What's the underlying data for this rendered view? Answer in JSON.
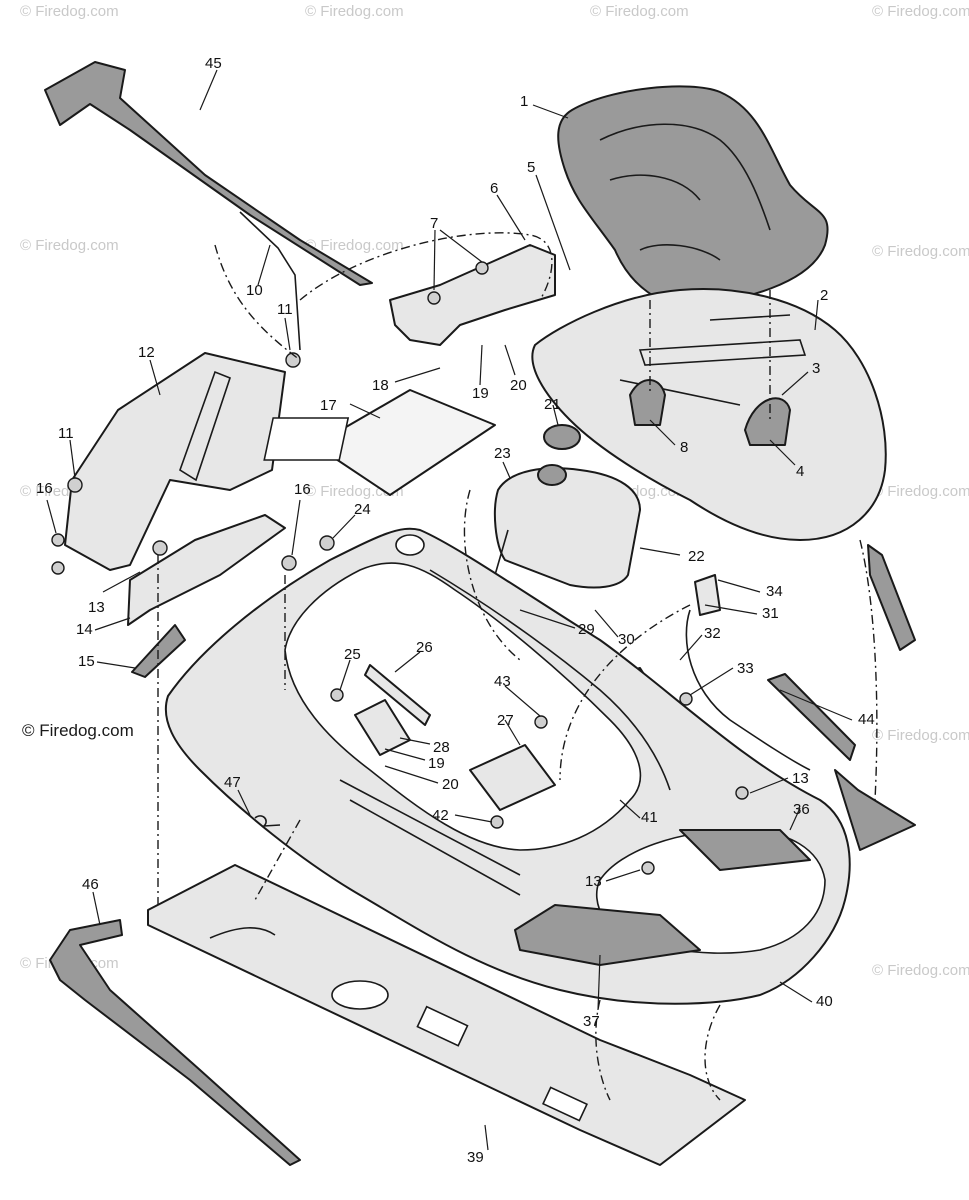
{
  "diagram": {
    "watermark": "© Firedog.com",
    "callouts": [
      "1",
      "2",
      "3",
      "4",
      "5",
      "6",
      "7",
      "8",
      "10",
      "11",
      "11",
      "12",
      "13",
      "13",
      "13",
      "14",
      "15",
      "16",
      "16",
      "17",
      "18",
      "19",
      "19",
      "20",
      "20",
      "21",
      "22",
      "23",
      "24",
      "25",
      "26",
      "27",
      "28",
      "29",
      "30",
      "31",
      "32",
      "33",
      "34",
      "36",
      "37",
      "39",
      "40",
      "41",
      "42",
      "43",
      "44",
      "45",
      "46",
      "47"
    ]
  },
  "colors": {
    "line": "#1a1a1a",
    "part_fill": "#e7e7e7",
    "dark_fill": "#9a9a9a",
    "watermark": "#c9c9c9"
  }
}
